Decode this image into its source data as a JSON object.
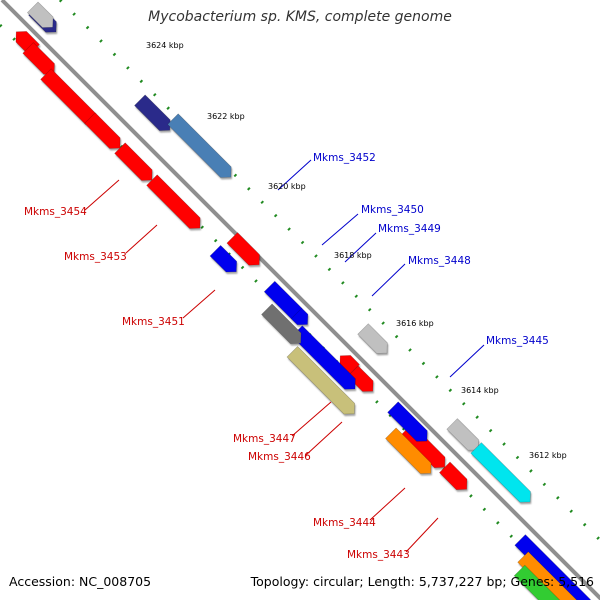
{
  "title": "Mycobacterium sp. KMS, complete genome",
  "footer": {
    "accession": "Accession: NC_008705",
    "summary": "Topology: circular; Length: 5,737,227 bp; Genes: 5,516"
  },
  "colors": {
    "backbone": "#8f8f8f",
    "tick": "#228b22",
    "forward_label": "#0000cc",
    "reverse_label": "#cc0000"
  },
  "scale_labels": [
    "3624 kbp",
    "3622 kbp",
    "3620 kbp",
    "3618 kbp",
    "3616 kbp",
    "3614 kbp",
    "3612 kbp"
  ],
  "gene_labels": {
    "forward": [
      "Mkms_3452",
      "Mkms_3450",
      "Mkms_3449",
      "Mkms_3448",
      "Mkms_3445"
    ],
    "reverse": [
      "Mkms_3454",
      "Mkms_3453",
      "Mkms_3451",
      "Mkms_3447",
      "Mkms_3446",
      "Mkms_3444",
      "Mkms_3443"
    ]
  },
  "gene_colors": {
    "red": "#ff0000",
    "blue": "#0000ee",
    "steelblue": "#4a7fb5",
    "navy": "#2a2a8a",
    "gray": "#c0c0c0",
    "darkgray": "#707070",
    "khaki": "#c8c07a",
    "orange": "#ff8c00",
    "cyan": "#00e5ee",
    "green": "#33cc33"
  }
}
